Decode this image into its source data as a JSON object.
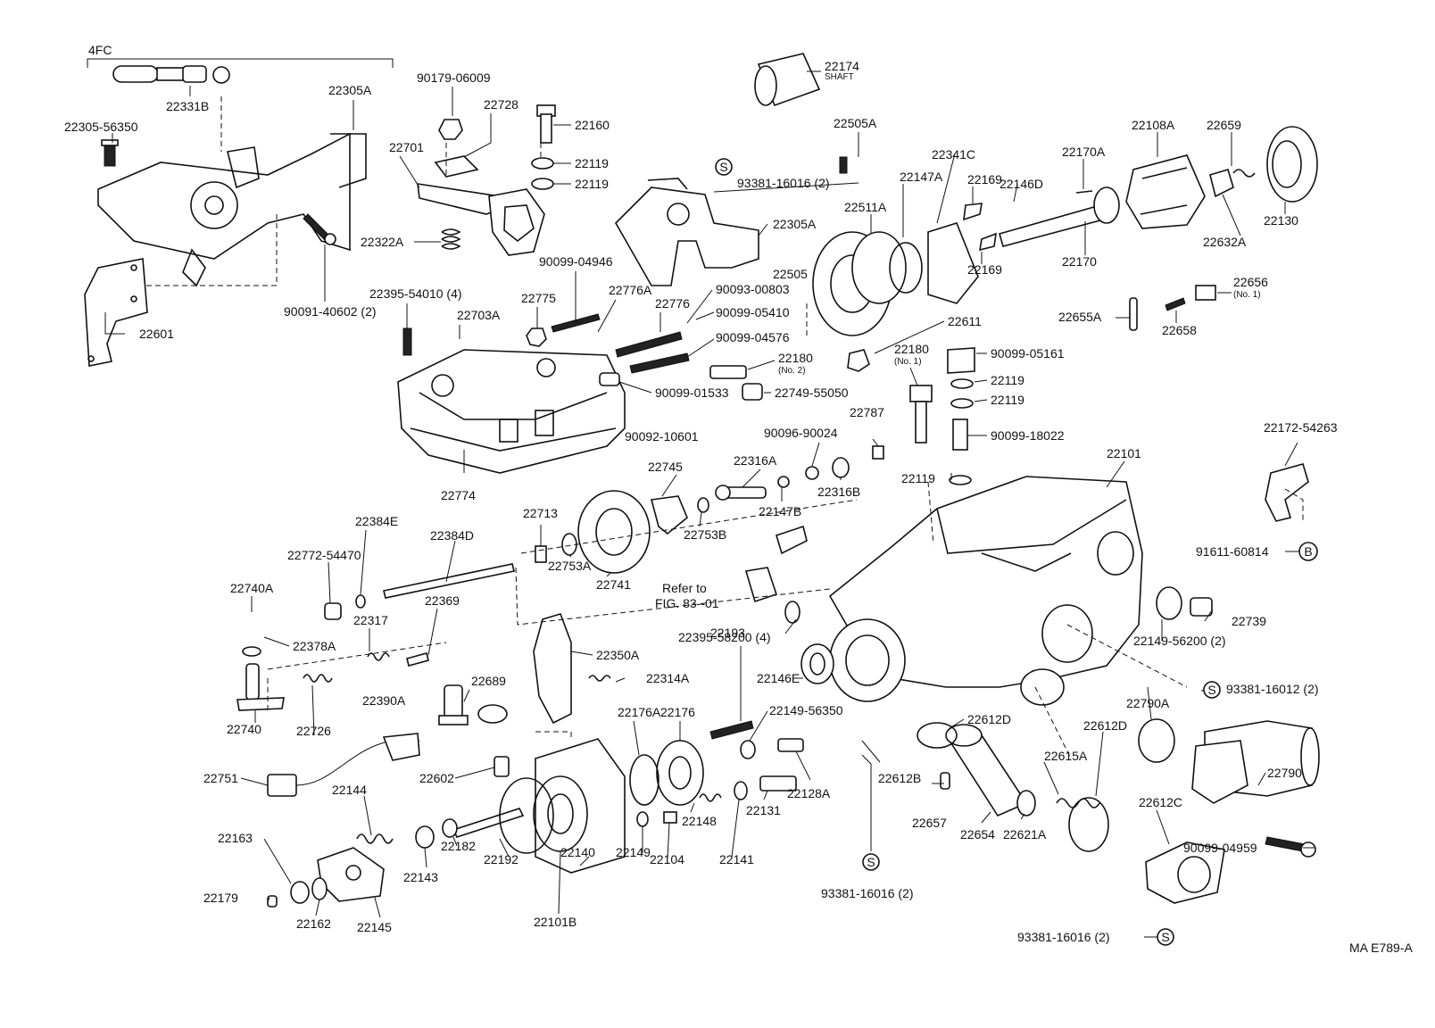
{
  "group_header": "4FC",
  "figure_code": "MA E789-A",
  "callouts": [
    {
      "id": "c1",
      "text": "22305-56350"
    },
    {
      "id": "c2",
      "text": "22331B"
    },
    {
      "id": "c3",
      "text": "22305A"
    },
    {
      "id": "c4",
      "text": "22601"
    },
    {
      "id": "c5",
      "text": "90091-40602 (2)"
    },
    {
      "id": "c6",
      "text": "90179-06009"
    },
    {
      "id": "c7",
      "text": "22728"
    },
    {
      "id": "c8",
      "text": "22701"
    },
    {
      "id": "c9",
      "text": "22160"
    },
    {
      "id": "c10",
      "text": "22119"
    },
    {
      "id": "c11",
      "text": "22119"
    },
    {
      "id": "c12",
      "text": "22322A"
    },
    {
      "id": "c13",
      "text": "22395-54010 (4)"
    },
    {
      "id": "c14",
      "text": "22703A"
    },
    {
      "id": "c15",
      "text": "22775"
    },
    {
      "id": "c16",
      "text": "90099-04946"
    },
    {
      "id": "c17",
      "text": "22776A"
    },
    {
      "id": "c18",
      "text": "22776"
    },
    {
      "id": "c19",
      "text": "90093-00803"
    },
    {
      "id": "c20",
      "text": "90099-05410"
    },
    {
      "id": "c21",
      "text": "90099-04576"
    },
    {
      "id": "c22",
      "text": "22180"
    },
    {
      "id": "c23",
      "text": "22749-55050"
    },
    {
      "id": "c24",
      "text": "90099-01533"
    },
    {
      "id": "c25",
      "text": "90092-10601"
    },
    {
      "id": "c26",
      "text": "22774"
    },
    {
      "id": "c27",
      "text": "93381-16016 (2)"
    },
    {
      "id": "c28",
      "text": "22305A"
    },
    {
      "id": "c29",
      "text": "22174"
    },
    {
      "id": "c30",
      "text": "22505A"
    },
    {
      "id": "c31",
      "text": "22341C"
    },
    {
      "id": "c32",
      "text": "22147A"
    },
    {
      "id": "c33",
      "text": "22169"
    },
    {
      "id": "c34",
      "text": "22511A"
    },
    {
      "id": "c35",
      "text": "22505"
    },
    {
      "id": "c36",
      "text": "22169"
    },
    {
      "id": "c37",
      "text": "22146D"
    },
    {
      "id": "c38",
      "text": "22170A"
    },
    {
      "id": "c39",
      "text": "22108A"
    },
    {
      "id": "c40",
      "text": "22659"
    },
    {
      "id": "c41",
      "text": "22130"
    },
    {
      "id": "c42",
      "text": "22632A"
    },
    {
      "id": "c43",
      "text": "22170"
    },
    {
      "id": "c44",
      "text": "22611"
    },
    {
      "id": "c45",
      "text": "22656"
    },
    {
      "id": "c46",
      "text": "22655A"
    },
    {
      "id": "c47",
      "text": "22658"
    },
    {
      "id": "c48",
      "text": "22180"
    },
    {
      "id": "c49",
      "text": "90099-05161"
    },
    {
      "id": "c50",
      "text": "22119"
    },
    {
      "id": "c51",
      "text": "22119"
    },
    {
      "id": "c52",
      "text": "90096-90024"
    },
    {
      "id": "c53",
      "text": "22787"
    },
    {
      "id": "c54",
      "text": "90099-18022"
    },
    {
      "id": "c55",
      "text": "22172-54263"
    },
    {
      "id": "c56",
      "text": "22316A"
    },
    {
      "id": "c57",
      "text": "22745"
    },
    {
      "id": "c58",
      "text": "22147B"
    },
    {
      "id": "c59",
      "text": "22316B"
    },
    {
      "id": "c60",
      "text": "22119"
    },
    {
      "id": "c61",
      "text": "22101"
    },
    {
      "id": "c62",
      "text": "22713"
    },
    {
      "id": "c63",
      "text": "22384E"
    },
    {
      "id": "c64",
      "text": "22384D"
    },
    {
      "id": "c65",
      "text": "22772-54470"
    },
    {
      "id": "c66",
      "text": "22753A"
    },
    {
      "id": "c67",
      "text": "22741"
    },
    {
      "id": "c68",
      "text": "22753B"
    },
    {
      "id": "c69",
      "text": "91611-60814"
    },
    {
      "id": "c70",
      "text": "22740A"
    },
    {
      "id": "c71",
      "text": "22369"
    },
    {
      "id": "c72",
      "text": "22378A"
    },
    {
      "id": "c73",
      "text": "22317"
    },
    {
      "id": "c74",
      "text": "22350A"
    },
    {
      "id": "c75",
      "text": "22193"
    },
    {
      "id": "c76",
      "text": "22739"
    },
    {
      "id": "c77",
      "text": "22149-56200 (2)"
    },
    {
      "id": "c78",
      "text": "93381-16012 (2)"
    },
    {
      "id": "c79",
      "text": "22395-58200 (4)"
    },
    {
      "id": "c80",
      "text": "22314A"
    },
    {
      "id": "c81",
      "text": "22689"
    },
    {
      "id": "c82",
      "text": "22390A"
    },
    {
      "id": "c83",
      "text": "22146E"
    },
    {
      "id": "c84",
      "text": "22740"
    },
    {
      "id": "c85",
      "text": "22726"
    },
    {
      "id": "c86",
      "text": "22176"
    },
    {
      "id": "c87",
      "text": "22176A"
    },
    {
      "id": "c88",
      "text": "22149-56350"
    },
    {
      "id": "c89",
      "text": "22612D"
    },
    {
      "id": "c90",
      "text": "22790A"
    },
    {
      "id": "c91",
      "text": "22612D"
    },
    {
      "id": "c92",
      "text": "22751"
    },
    {
      "id": "c93",
      "text": "22602"
    },
    {
      "id": "c94",
      "text": "22612B"
    },
    {
      "id": "c95",
      "text": "22615A"
    },
    {
      "id": "c96",
      "text": "22790"
    },
    {
      "id": "c97",
      "text": "22144"
    },
    {
      "id": "c98",
      "text": "22148"
    },
    {
      "id": "c99",
      "text": "22131"
    },
    {
      "id": "c100",
      "text": "22128A"
    },
    {
      "id": "c101",
      "text": "22657"
    },
    {
      "id": "c102",
      "text": "22654"
    },
    {
      "id": "c103",
      "text": "22621A"
    },
    {
      "id": "c104",
      "text": "22612C"
    },
    {
      "id": "c105",
      "text": "22163"
    },
    {
      "id": "c106",
      "text": "22143"
    },
    {
      "id": "c107",
      "text": "22182"
    },
    {
      "id": "c108",
      "text": "22192"
    },
    {
      "id": "c109",
      "text": "22140"
    },
    {
      "id": "c110",
      "text": "22149"
    },
    {
      "id": "c111",
      "text": "22104"
    },
    {
      "id": "c112",
      "text": "22141"
    },
    {
      "id": "c113",
      "text": "90099-04959"
    },
    {
      "id": "c114",
      "text": "22179"
    },
    {
      "id": "c115",
      "text": "22162"
    },
    {
      "id": "c116",
      "text": "22145"
    },
    {
      "id": "c117",
      "text": "22101B"
    },
    {
      "id": "c118",
      "text": "93381-16016 (2)"
    },
    {
      "id": "c119",
      "text": "93381-16016 (2)"
    }
  ],
  "notes": {
    "shaft": "SHAFT",
    "no2": "(No. 2)",
    "no1_a": "(No. 1)",
    "no1_b": "(No. 1)",
    "refer_1": "Refer to",
    "refer_2": "FIG. 83--01"
  },
  "symbols": {
    "s": "S",
    "b": "B"
  }
}
